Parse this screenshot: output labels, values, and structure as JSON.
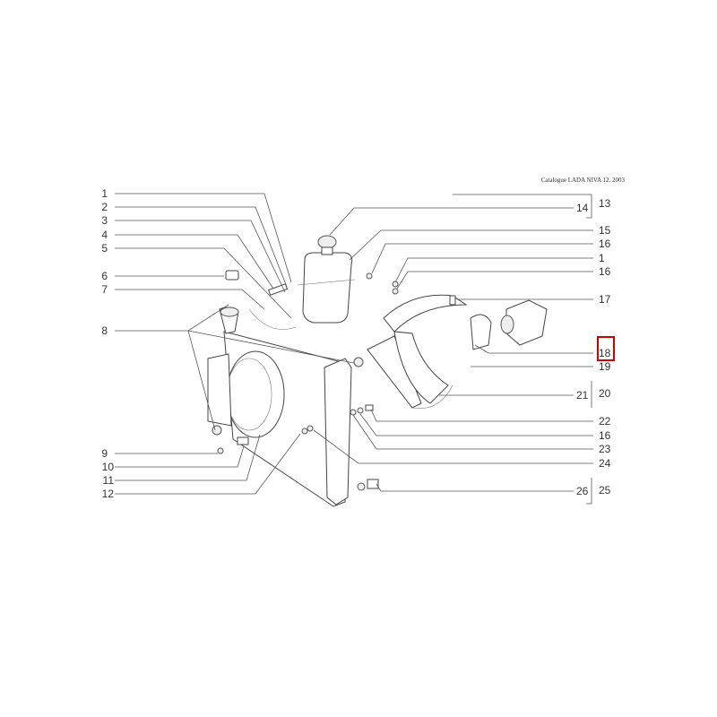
{
  "catalogue_caption": "Catalogue LADA NIVA 12. 2003",
  "left_callouts": [
    "1",
    "2",
    "3",
    "4",
    "5",
    "6",
    "7",
    "8",
    "9",
    "10",
    "11",
    "12"
  ],
  "right_callouts": [
    "14",
    "15",
    "16",
    "1",
    "16",
    "17",
    "18",
    "19",
    "21",
    "22",
    "16",
    "23",
    "24",
    "26"
  ],
  "group_brackets": [
    "13",
    "20",
    "25"
  ],
  "highlighted_callout": "18",
  "highlight_color": "#d00000"
}
